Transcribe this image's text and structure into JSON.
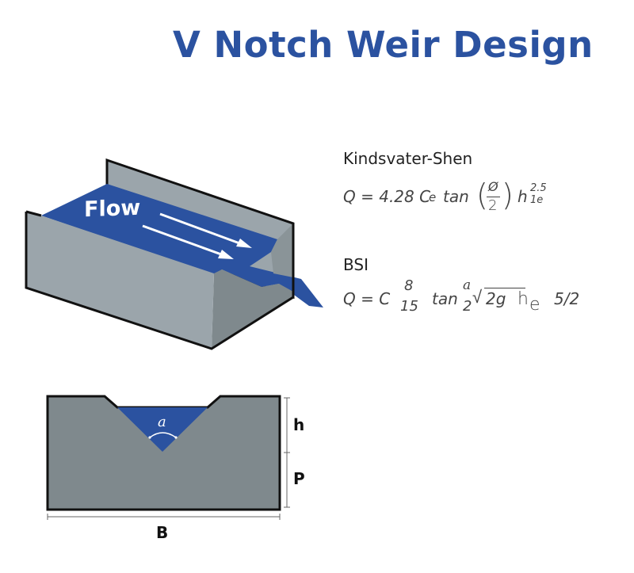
{
  "title": "V Notch Weir Design",
  "diagram": {
    "flow_label": "Flow",
    "angle_label": "a",
    "h_label": "h",
    "p_label": "P",
    "b_label": "B"
  },
  "formulas": [
    {
      "name": "Kindsvater-Shen",
      "lhs": "Q = 4.28 C",
      "ce_sub": "e",
      "tan": "tan",
      "frac_num": "Ø",
      "frac_den": "2",
      "h": "h",
      "sup": "2.5",
      "sub": "1e"
    },
    {
      "name": "BSI",
      "lhs": "Q = C",
      "frac1_num": "8",
      "frac1_den": "15",
      "tan": "tan",
      "frac2_num": "a",
      "frac2_den": "2",
      "sqrt": "2g",
      "h": "h",
      "h_sub": "e",
      "exp": "5/2"
    }
  ],
  "colors": {
    "blue": "#2b52a0",
    "gray": "#9ba5ab",
    "dark_gray": "#7f898d"
  }
}
